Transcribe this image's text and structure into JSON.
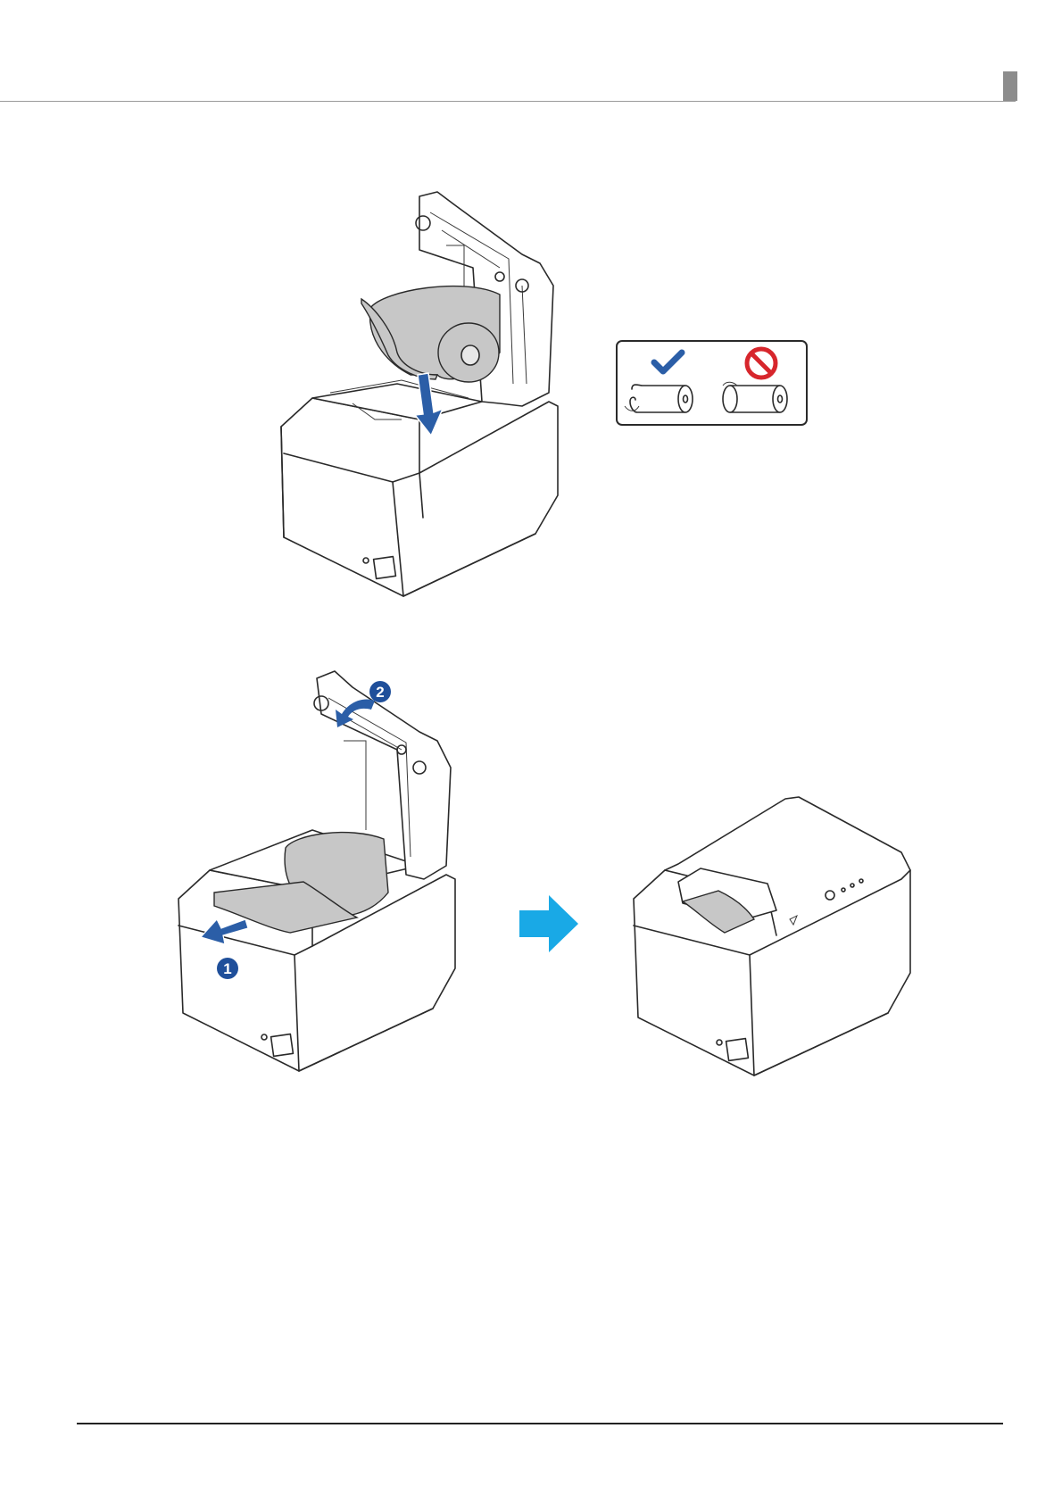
{
  "figures": [
    {
      "id": "insert-roll",
      "description_icons": [
        "down-arrow-icon"
      ]
    },
    {
      "id": "orientation-check",
      "icons": [
        "check-icon",
        "prohibited-icon"
      ]
    },
    {
      "id": "pull-paper-close-cover",
      "steps": [
        "1",
        "2"
      ]
    },
    {
      "id": "closed-printer"
    }
  ],
  "colors": {
    "arrow_blue": "#2b5ea7",
    "callout_blue": "#1f4f9a",
    "flow_arrow": "#19a9e6",
    "prohibited_red": "#d7262c",
    "paper_gray": "#c7c7c7"
  },
  "step_badges": {
    "one": "1",
    "two": "2"
  }
}
